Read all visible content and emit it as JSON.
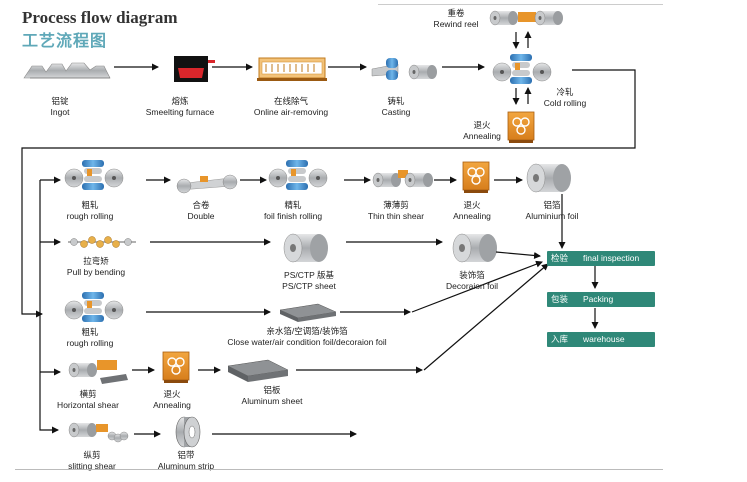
{
  "title_en": "Process flow diagram",
  "title_zh": "工艺流程图",
  "nodes": {
    "ingot": {
      "zh": "铝锭",
      "en": "Ingot"
    },
    "smelting": {
      "zh": "熔炼",
      "en": "Smeelting furnace"
    },
    "air_removing": {
      "zh": "在线除气",
      "en": "Online air-removing"
    },
    "casting": {
      "zh": "铸轧",
      "en": "Casting"
    },
    "rewind": {
      "zh": "重卷",
      "en": "Rewind reel"
    },
    "cold_rolling": {
      "zh": "冷轧",
      "en": "Cold rolling"
    },
    "annealing_top": {
      "zh": "退火",
      "en": "Annealing"
    },
    "rough_rolling_1": {
      "zh": "粗轧",
      "en": "rough rolling"
    },
    "double": {
      "zh": "合卷",
      "en": "Double"
    },
    "foil_finish": {
      "zh": "精轧",
      "en": "foil finish rolling"
    },
    "thin_shear": {
      "zh": "薄薄剪",
      "en": "Thin thin shear"
    },
    "annealing_2": {
      "zh": "退火",
      "en": "Annealing"
    },
    "al_foil": {
      "zh": "铝箔",
      "en": "Aluminium foil"
    },
    "pull_bending": {
      "zh": "拉弯矫",
      "en": "Pull by bending"
    },
    "ps_ctp": {
      "zh": "PS/CTP 版基",
      "en": "PS/CTP sheet"
    },
    "deco_foil": {
      "zh": "装饰箔",
      "en": "Decoraion foil"
    },
    "rough_rolling_2": {
      "zh": "粗轧",
      "en": "rough rolling"
    },
    "close_water": {
      "zh": "亲水箔/空调箔/装饰箔",
      "en": "Close water/air condition foil/decoraion foil"
    },
    "horizontal_shear": {
      "zh": "横剪",
      "en": "Horizontal shear"
    },
    "annealing_3": {
      "zh": "退火",
      "en": "Annealing"
    },
    "al_sheet": {
      "zh": "铝板",
      "en": "Aluminum sheet"
    },
    "slitting": {
      "zh": "纵剪",
      "en": "slitting shear"
    },
    "al_strip": {
      "zh": "铝带",
      "en": "Aluminum strip"
    }
  },
  "boxes": {
    "inspection": {
      "zh": "检验",
      "en": "final inspection"
    },
    "packing": {
      "zh": "包装",
      "en": "Packing"
    },
    "warehouse": {
      "zh": "入库",
      "en": "warehouse"
    }
  },
  "colors": {
    "box_fill": "#2f8878",
    "furnace_orange": "#e8952a",
    "roller_blue": "#3a8fd0",
    "roller_gray": "#b9bcbf",
    "title_accent": "#5fa8b8"
  }
}
